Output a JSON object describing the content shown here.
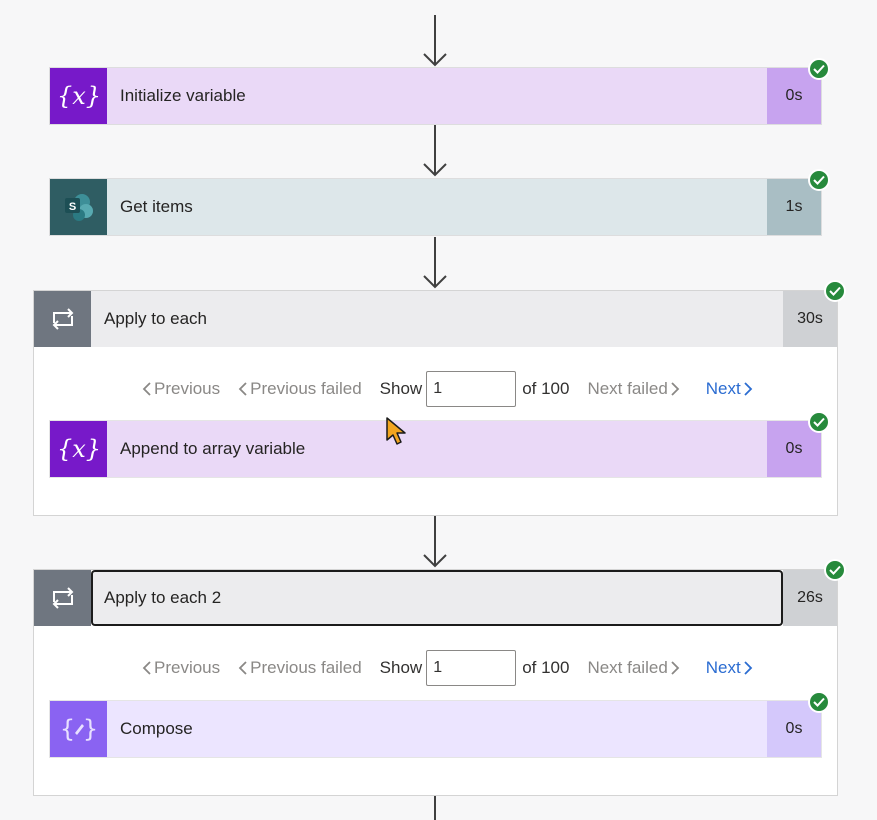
{
  "flow": {
    "initialize_variable": {
      "title": "Initialize variable",
      "duration": "0s",
      "icon": "variable-icon"
    },
    "get_items": {
      "title": "Get items",
      "duration": "1s",
      "icon": "sharepoint-icon"
    },
    "apply_to_each": {
      "title": "Apply to each",
      "duration": "30s",
      "icon": "loop-icon",
      "pager": {
        "previous": "Previous",
        "previous_failed": "Previous failed",
        "show": "Show",
        "value": "1",
        "of": "of 100",
        "next_failed": "Next failed",
        "next": "Next"
      },
      "inner": {
        "title": "Append to array variable",
        "duration": "0s",
        "icon": "variable-icon"
      }
    },
    "apply_to_each_2": {
      "title": "Apply to each 2",
      "duration": "26s",
      "icon": "loop-icon",
      "pager": {
        "previous": "Previous",
        "previous_failed": "Previous failed",
        "show": "Show",
        "value": "1",
        "of": "of 100",
        "next_failed": "Next failed",
        "next": "Next"
      },
      "inner": {
        "title": "Compose",
        "duration": "0s",
        "icon": "compose-icon"
      }
    }
  },
  "colors": {
    "variable": "#7719c9",
    "sharepoint": "#2f5d63",
    "loop": "#6f7680",
    "compose": "#8a63f2",
    "success": "#278a3c",
    "link": "#2b6cd1"
  }
}
